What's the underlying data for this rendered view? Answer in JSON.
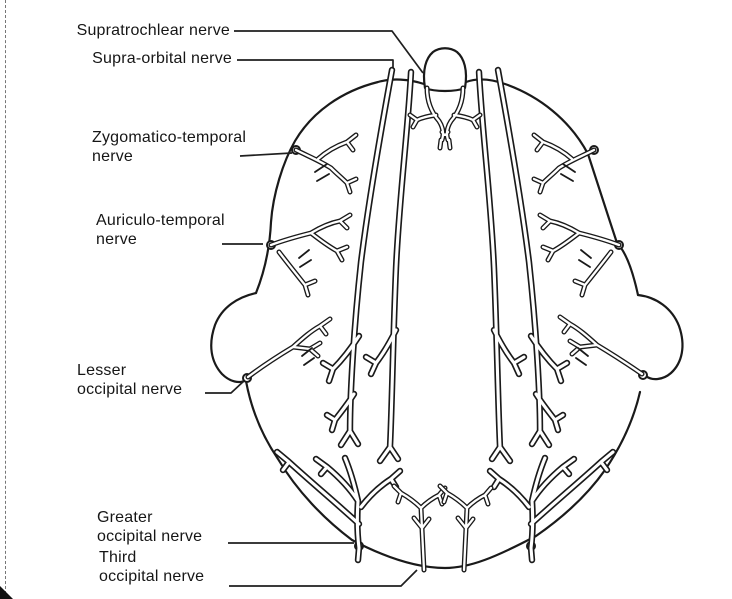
{
  "figure": {
    "type": "anatomical line diagram",
    "subject": "Cutaneous nerves of the scalp, superior (top) view of the head",
    "colors": {
      "ink": "#1a1a1a",
      "background": "#ffffff",
      "edge_artifact": "#4a4a4a"
    },
    "labels": {
      "supratrochlear": {
        "line1": "Supratrochlear nerve",
        "line2": ""
      },
      "supraorbital": {
        "line1": "Supra-orbital nerve",
        "line2": ""
      },
      "zygomaticotemporal": {
        "line1": "Zygomatico-temporal",
        "line2": "nerve"
      },
      "auriculotemporal": {
        "line1": "Auriculo-temporal",
        "line2": "nerve"
      },
      "lesser_occipital": {
        "line1": "Lesser",
        "line2": "occipital nerve"
      },
      "greater_occipital": {
        "line1": "Greater",
        "line2": "occipital nerve"
      },
      "third_occipital": {
        "line1": "Third",
        "line2": "occipital nerve"
      }
    }
  }
}
